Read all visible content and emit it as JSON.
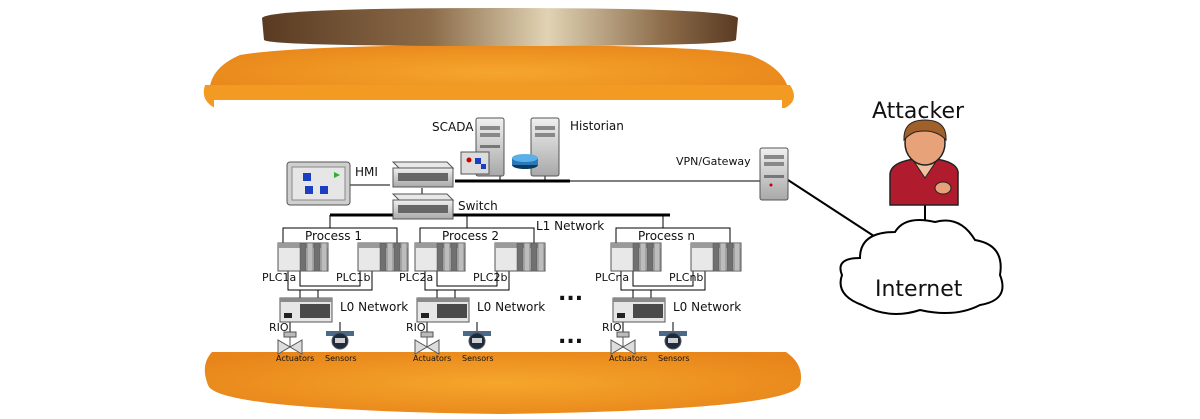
{
  "labels": {
    "scada": "SCADA",
    "historian": "Historian",
    "hmi": "HMI",
    "vpn_gateway": "VPN/Gateway",
    "switch": "Switch",
    "l1_network": "L1 Network",
    "attacker": "Attacker",
    "internet": "Internet",
    "ellipsis": "..."
  },
  "processes": [
    {
      "name": "Process 1",
      "plc_a": "PLC1a",
      "plc_b": "PLC1b",
      "network": "L0 Network",
      "rio": "RIO",
      "actuators": "Actuators",
      "sensors": "Sensors"
    },
    {
      "name": "Process 2",
      "plc_a": "PLC2a",
      "plc_b": "PLC2b",
      "network": "L0 Network",
      "rio": "RIO",
      "actuators": "Actuators",
      "sensors": "Sensors"
    },
    {
      "name": "Process n",
      "plc_a": "PLCna",
      "plc_b": "PLCnb",
      "network": "L0 Network",
      "rio": "RIO",
      "actuators": "Actuators",
      "sensors": "Sensors"
    }
  ],
  "colors": {
    "jar_orange": "#f0901a",
    "jar_orange_light": "#f7b23a",
    "lid_dark": "#6b4a2e",
    "lid_light": "#d9c7a3",
    "device_gray": "#c8c8c8",
    "attacker_shirt": "#b01c2e",
    "attacker_skin": "#e8a27a"
  }
}
